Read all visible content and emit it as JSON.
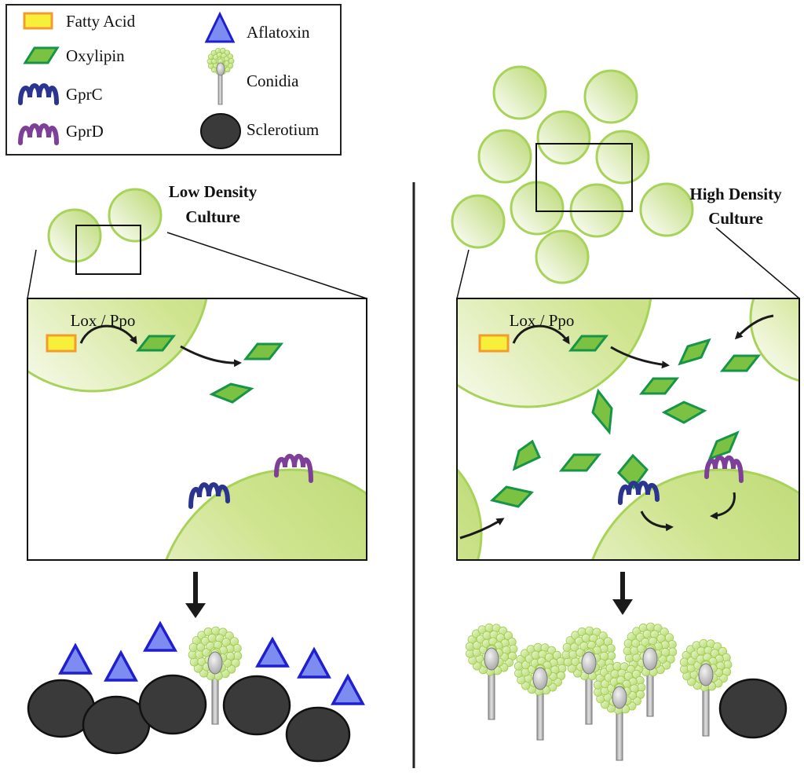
{
  "legend": {
    "items": [
      {
        "key": "fatty_acid",
        "label": "Fatty Acid"
      },
      {
        "key": "oxylipin",
        "label": "Oxylipin"
      },
      {
        "key": "gprc",
        "label": "GprC"
      },
      {
        "key": "gprd",
        "label": "GprD"
      },
      {
        "key": "aflatoxin",
        "label": "Aflatoxin"
      },
      {
        "key": "conidia",
        "label": "Conidia"
      },
      {
        "key": "sclerotium",
        "label": "Sclerotium"
      }
    ]
  },
  "panels": {
    "low": {
      "title_line1": "Low Density",
      "title_line2": "Culture",
      "enzyme_label": "Lox / Ppo"
    },
    "high": {
      "title_line1": "High Density",
      "title_line2": "Culture",
      "enzyme_label": "Lox / Ppo"
    }
  },
  "colors": {
    "fatty_acid_fill": "#f7ef3a",
    "fatty_acid_stroke": "#f39b2f",
    "oxylipin_fill": "#7cc242",
    "oxylipin_stroke": "#169447",
    "cell_edge": "#a8d35a",
    "cell_fill": "#c2dd7a",
    "gprc": "#2b3590",
    "gprd": "#7d3f98",
    "aflatoxin_fill": "#7c8cf0",
    "aflatoxin_stroke": "#1f1fd0",
    "sclerotium_fill": "#3a3a3a",
    "conidia_fill": "#c9e88a"
  }
}
